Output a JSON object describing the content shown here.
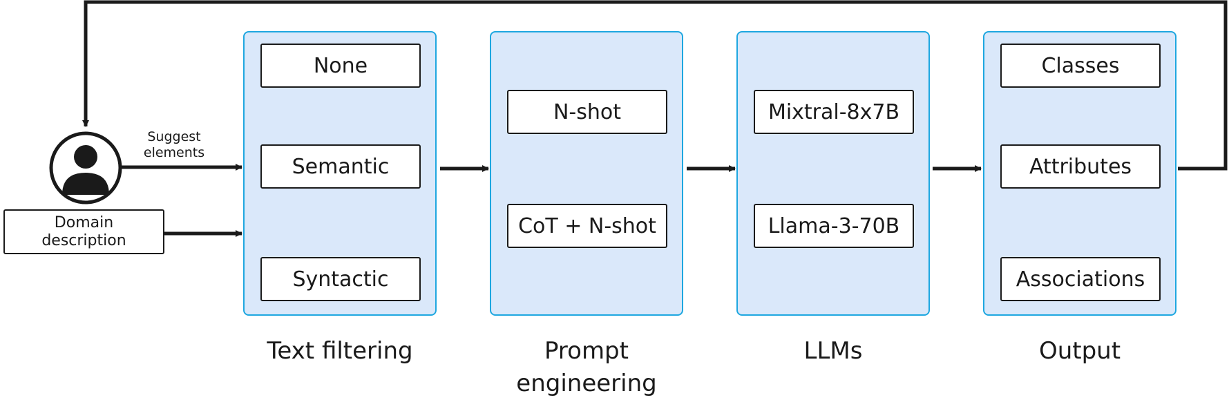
{
  "input": {
    "suggest_label": "Suggest\nelements",
    "domain_description": "Domain\ndescription"
  },
  "stages": [
    {
      "title": "Text filtering",
      "options": [
        "None",
        "Semantic",
        "Syntactic"
      ]
    },
    {
      "title": "Prompt\nengineering",
      "options": [
        "N-shot",
        "CoT + N-shot"
      ]
    },
    {
      "title": "LLMs",
      "options": [
        "Mixtral-8x7B",
        "Llama-3-70B"
      ]
    },
    {
      "title": "Output",
      "options": [
        "Classes",
        "Attributes",
        "Associations"
      ]
    }
  ],
  "colors": {
    "stage_fill": "#dae8fa",
    "stage_border": "#1ea7e0",
    "line": "#1a1a1a"
  },
  "icons": {
    "user": "user-icon"
  }
}
